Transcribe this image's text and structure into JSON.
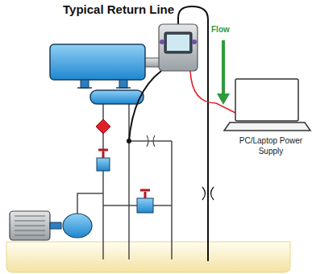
{
  "diagram": {
    "title": "Typical Return Line",
    "labels": [
      "Flow",
      "PC/Laptop Power Supply"
    ]
  }
}
